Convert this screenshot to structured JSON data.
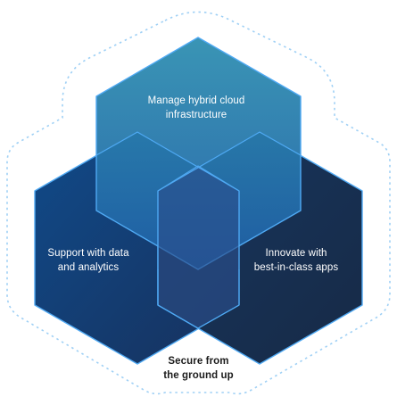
{
  "diagram": {
    "labels": {
      "manage": "Manage hybrid cloud infrastructure",
      "support": "Support with data and analytics",
      "innovate": "Innovate with best-in-class apps",
      "secure": "Secure from the ground up"
    },
    "colors": {
      "outline": "#4fa9f3",
      "dotted_boundary": "#9fd0f5",
      "top_hex_gradient": [
        "#2f8fb1",
        "#1f5fa6"
      ],
      "left_hex_gradient": [
        "#104a89",
        "#17315d"
      ],
      "right_hex_gradient": [
        "#17365f",
        "#172a46"
      ],
      "inner_hex_fill": "#2a4f8c",
      "bottom_text": "#1b1b1b"
    }
  }
}
